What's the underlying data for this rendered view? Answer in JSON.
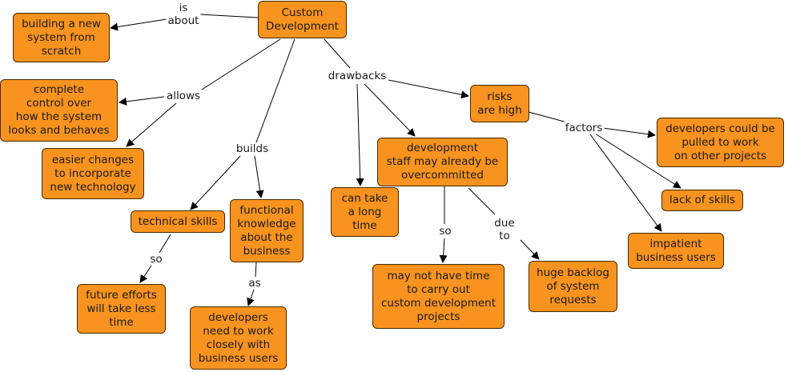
{
  "colors": {
    "node_fill": "#f7931e",
    "node_border": "#4a2a00",
    "edge": "#000000",
    "background": "#ffffff"
  },
  "nodes": {
    "custom_development": "Custom\nDevelopment",
    "building_new_system": "building a new\nsystem from\nscratch",
    "complete_control": "complete\ncontrol over\nhow the system\nlooks and behaves",
    "easier_changes": "easier changes\nto incorporate\nnew technology",
    "technical_skills": "technical skills",
    "future_efforts": "future efforts\nwill take less\ntime",
    "functional_knowledge": "functional\nknowledge\nabout the\nbusiness",
    "developers_work_closely": "developers\nneed to work\nclosely with\nbusiness users",
    "long_time": "can take\na long\ntime",
    "staff_overcommitted": "development\nstaff may already be\novercommitted",
    "no_time_projects": "may not have time\nto carry out\ncustom development\nprojects",
    "huge_backlog": "huge backlog\nof system\nrequests",
    "risks_high": "risks\nare high",
    "developers_pulled": "developers could be\npulled to work\non other projects",
    "lack_of_skills": "lack of skills",
    "impatient_users": "impatient\nbusiness users"
  },
  "labels": {
    "is_about": "is\nabout",
    "allows": "allows",
    "builds": "builds",
    "drawbacks": "drawbacks",
    "so_technical": "so",
    "as_functional": "as",
    "so_staff": "so",
    "due_to": "due\nto",
    "factors": "factors"
  }
}
